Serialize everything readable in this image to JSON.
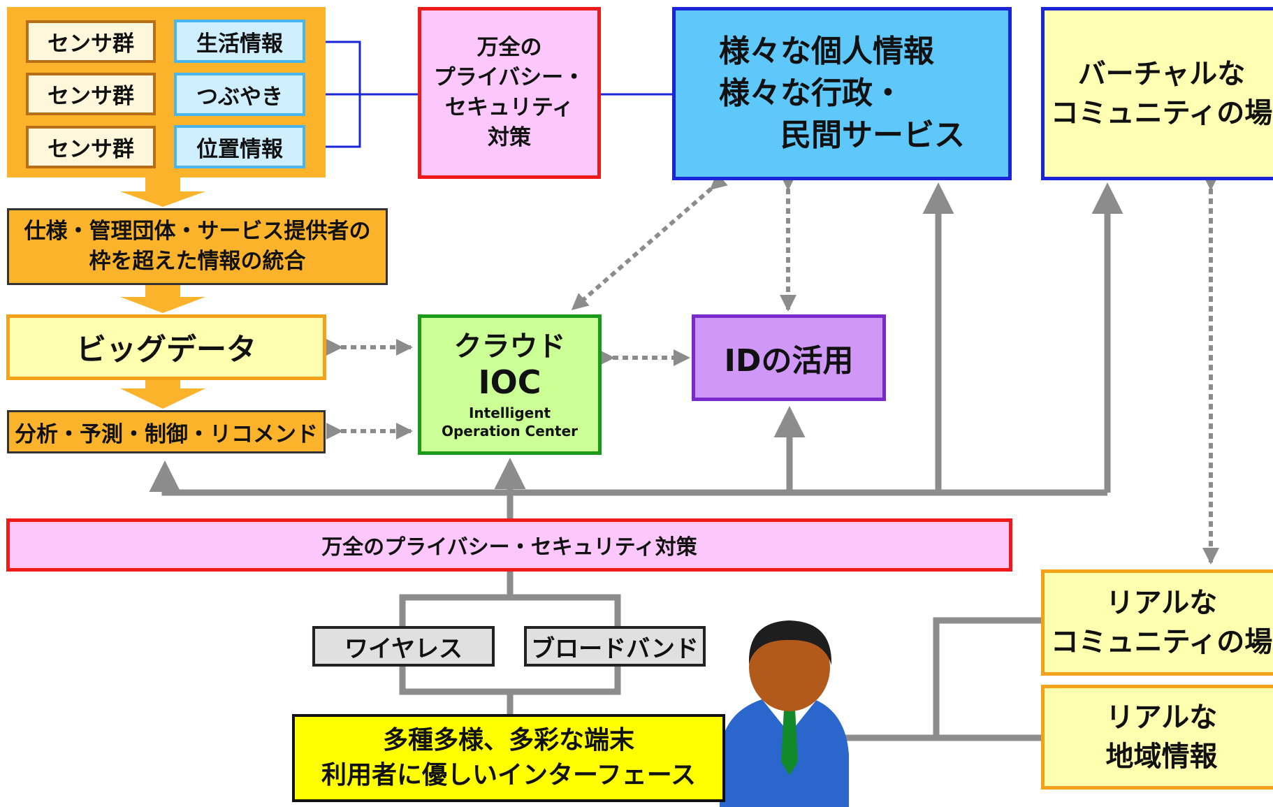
{
  "sensor_group": {
    "rows": [
      {
        "sensor": "センサ群",
        "info": "生活情報"
      },
      {
        "sensor": "センサ群",
        "info": "つぶやき"
      },
      {
        "sensor": "センサ群",
        "info": "位置情報"
      }
    ]
  },
  "privacy_top": "万全の\nプライバシー・\nセキュリティ\n対策",
  "personal_info": "様々な個人情報\n様々な行政・\n　　民間サービス",
  "virtual_community": "バーチャルな\nコミュニティの場",
  "integration": "仕様・管理団体・サービス提供者の\n枠を超えた情報の統合",
  "big_data": "ビッグデータ",
  "analysis": "分析・予測・制御・リコメンド",
  "cloud": {
    "title": "クラウド",
    "ioc": "IOC",
    "subtitle": "Intelligent\nOperation Center"
  },
  "id_use": "IDの活用",
  "privacy_bar": "万全のプライバシー・セキュリティ対策",
  "network": {
    "wireless": "ワイヤレス",
    "broadband": "ブロードバンド"
  },
  "terminals": "多種多様、多彩な端末\n利用者に優しいインターフェース",
  "real_community": "リアルな\nコミュニティの場",
  "real_regional": "リアルな\n地域情報",
  "colors": {
    "arrow_gray": "#8c8c8c",
    "link_blue": "#1a25d8",
    "orange": "#fbb32c"
  }
}
